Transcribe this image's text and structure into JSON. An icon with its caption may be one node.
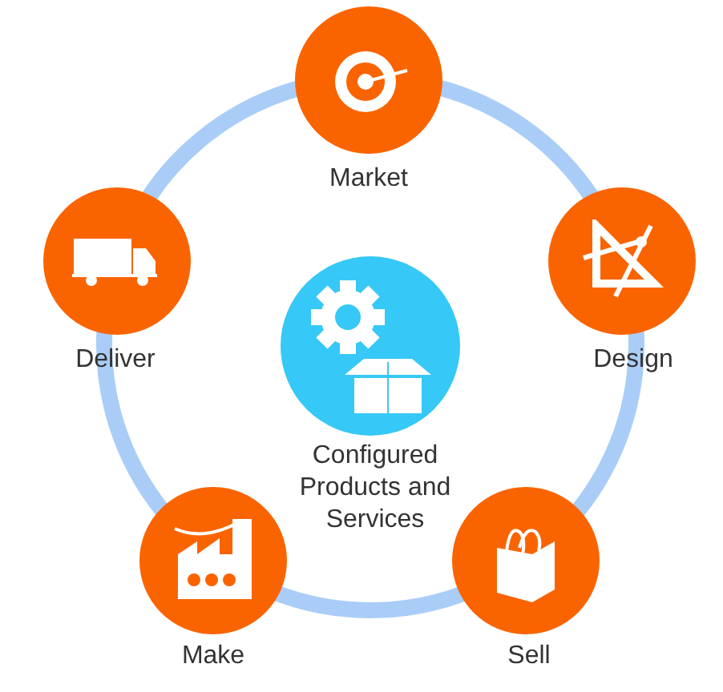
{
  "diagram": {
    "nodes": [
      {
        "text": [
          "Market"
        ]
      },
      {
        "text": [
          "Deliver"
        ]
      },
      {
        "text": [
          "Design"
        ]
      },
      {
        "text": [
          "Configured Products and Services"
        ]
      },
      {
        "text": [
          "Make"
        ]
      },
      {
        "text": [
          "Sell"
        ]
      }
    ],
    "edges": [
      {
        "from": 0,
        "to": 2,
        "arrow": "none"
      },
      {
        "from": 2,
        "to": 5,
        "arrow": "none"
      },
      {
        "from": 5,
        "to": 4,
        "arrow": "none"
      },
      {
        "from": 4,
        "to": 1,
        "arrow": "none"
      },
      {
        "from": 1,
        "to": 0,
        "arrow": "none"
      }
    ]
  }
}
